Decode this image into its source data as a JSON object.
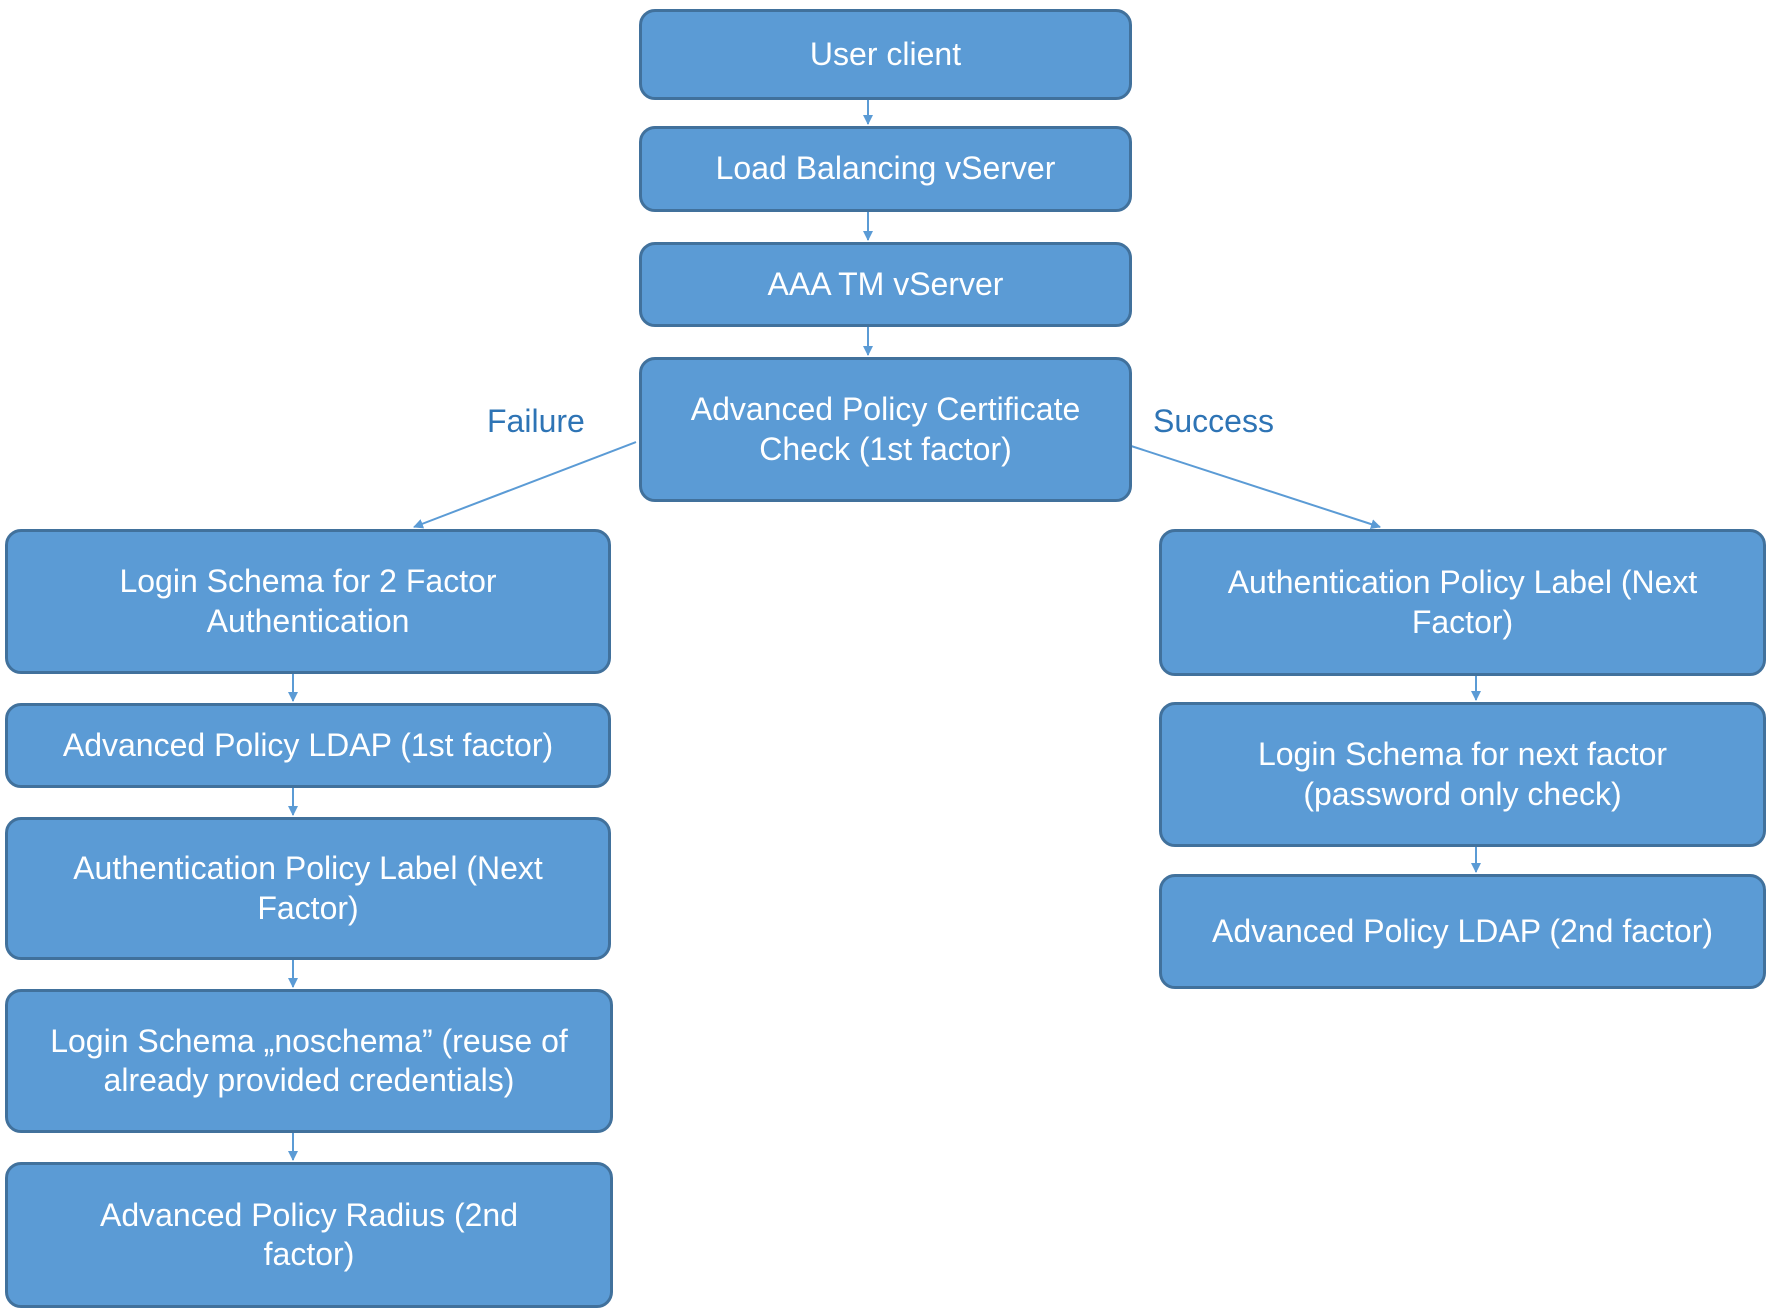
{
  "colors": {
    "node_fill": "#5b9bd5",
    "node_border": "#41719c",
    "connector": "#5b9bd5",
    "branch_label": "#2e74b5",
    "text": "#ffffff"
  },
  "branch_labels": {
    "failure": "Failure",
    "success": "Success"
  },
  "nodes": {
    "user_client": "User client",
    "load_balancing": "Load Balancing vServer",
    "aaa_tm": "AAA TM vServer",
    "cert_check": "Advanced Policy Certificate Check (1st factor)",
    "fail_login_schema": "Login Schema for 2 Factor Authentication",
    "fail_ldap": "Advanced Policy LDAP (1st factor)",
    "fail_policy_label": "Authentication Policy Label (Next Factor)",
    "fail_noschema": "Login Schema „noschema” (reuse of already provided credentials)",
    "fail_radius": "Advanced Policy Radius (2nd factor)",
    "success_policy_label": "Authentication Policy Label (Next Factor)",
    "success_login_schema": "Login Schema for next factor (password only check)",
    "success_ldap": "Advanced Policy LDAP (2nd factor)"
  }
}
